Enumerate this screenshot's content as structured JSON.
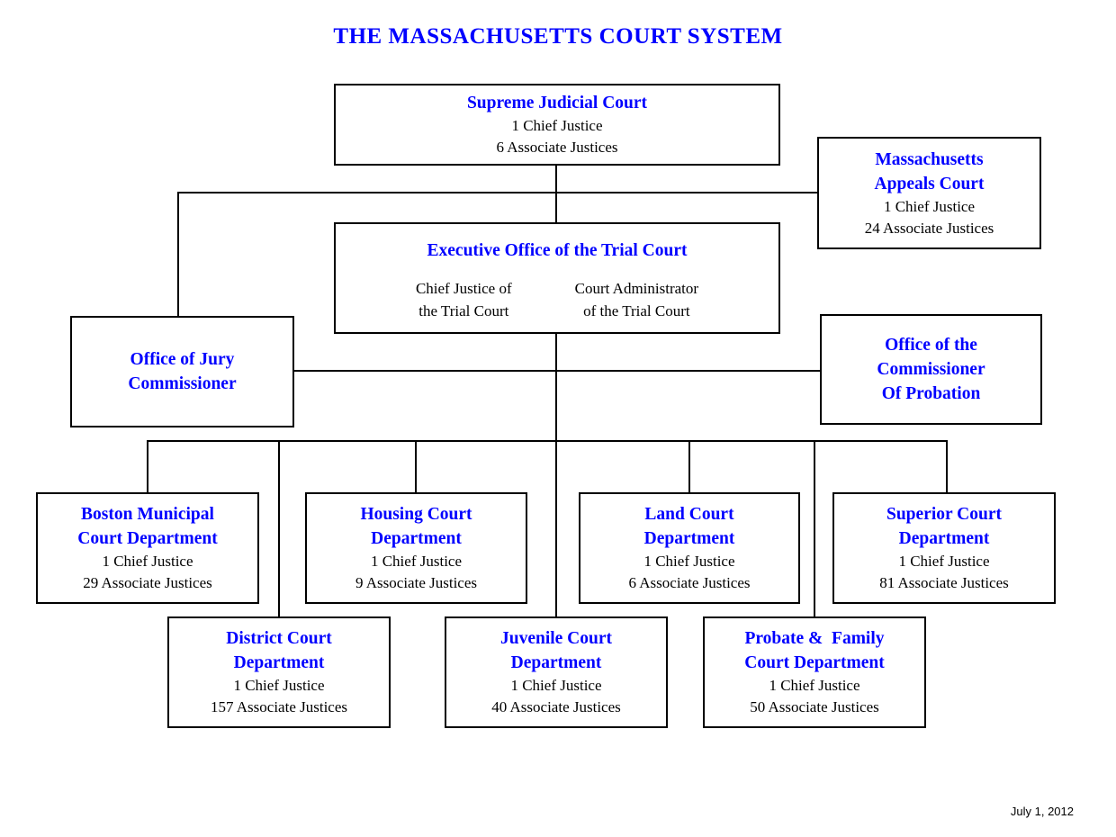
{
  "title": "THE MASSACHUSETTS COURT SYSTEM",
  "date": "July 1, 2012",
  "colors": {
    "heading_accent": "#0000FF",
    "body_text": "#000000",
    "connector_line": "#000000",
    "background": "#FFFFFF"
  },
  "nodes": {
    "supreme": {
      "title": "Supreme Judicial Court",
      "stats": "1 Chief Justice\n6 Associate Justices"
    },
    "appeals": {
      "title": "Massachusetts\nAppeals Court",
      "stats": "1 Chief Justice\n24 Associate Justices"
    },
    "executive": {
      "title": "Executive Office of the Trial Court",
      "left_role": "Chief Justice of\nthe Trial Court",
      "right_role": "Court Administrator\nof the Trial Court"
    },
    "jury": {
      "title": "Office of Jury\nCommissioner"
    },
    "probation": {
      "title": "Office of the\nCommissioner\nOf Probation"
    },
    "boston": {
      "title": "Boston Municipal\nCourt Department",
      "stats": "1 Chief Justice\n29 Associate Justices"
    },
    "housing": {
      "title": "Housing Court\nDepartment",
      "stats": "1 Chief Justice\n9 Associate Justices"
    },
    "land": {
      "title": "Land Court\nDepartment",
      "stats": "1 Chief Justice\n6 Associate Justices"
    },
    "superior": {
      "title": "Superior Court\nDepartment",
      "stats": "1 Chief Justice\n81 Associate Justices"
    },
    "district": {
      "title": "District Court\nDepartment",
      "stats": "1 Chief Justice\n157 Associate Justices"
    },
    "juvenile": {
      "title": "Juvenile Court\nDepartment",
      "stats": "1 Chief Justice\n40 Associate Justices"
    },
    "probate": {
      "title": "Probate &  Family\nCourt Department",
      "stats": "1 Chief Justice\n50 Associate Justices"
    }
  }
}
